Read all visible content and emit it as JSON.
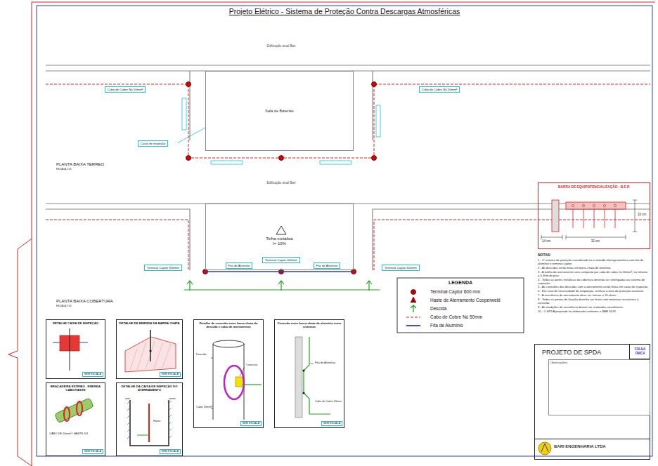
{
  "diagram": {
    "title": "Projeto Elétrico - Sistema de Proteção Contra Descargas Atmosféricas",
    "nodes": [
      {
        "text": [
          "Sala de Baterias"
        ]
      },
      {
        "text": [
          "Cabo de Cobre Nú 50mm²"
        ]
      },
      {
        "text": [
          "Cabo de Cobre Nú 50mm²"
        ]
      },
      {
        "text": [
          "Caixa de inspeção"
        ]
      },
      {
        "text": [
          "Telha metálica",
          "I= 10%"
        ]
      },
      {
        "text": [
          "Terminal Captor 600mm"
        ]
      },
      {
        "text": [
          "Fita de Alumínio"
        ],
        "in": 4
      },
      {
        "text": [
          "Terminal Captor 600mm"
        ],
        "in": 4
      },
      {
        "text": [
          "Fita de Alumínio"
        ],
        "in": 4
      },
      {
        "text": [
          "Terminal Captor 600mm"
        ]
      },
      {
        "text": [
          "BARRA DE EQUIPOTENCIALIZAÇÃO - B.E.P."
        ]
      },
      {
        "text": [
          "DETALHE CAIXA DE INSPEÇÃO",
          "SEM ESCALA"
        ]
      },
      {
        "text": [
          "DETALHE DE EMENDA DA BARRA CHATA",
          "SEM ESCALA"
        ]
      },
      {
        "text": [
          "Detalhe de conexão entre barra chata da descida e cabo de aterramento",
          "SEM ESCALA"
        ]
      },
      {
        "text": [
          "Conexão entre barra chata de alumínio entre sistemas",
          "SEM ESCALA"
        ]
      },
      {
        "text": [
          "BRAÇADEIRA ESTRIBO - EMENDA CABO/HASTE",
          "SEM ESCALA"
        ]
      },
      {
        "text": [
          "DETALHE DA CAIXA DE INSPEÇÃO DO ATERRAMENTO",
          "SEM ESCALA"
        ]
      },
      {
        "text": [
          "PROJETO DE SPDA"
        ]
      },
      {
        "text": [
          "FOLHA ÚNICA"
        ],
        "in": 17
      },
      {
        "text": [
          "Observações:"
        ],
        "in": 17
      },
      {
        "text": [
          "BARI ENGENHARIA LTDA"
        ],
        "in": 17
      }
    ],
    "labels": [
      "Edificação atual Bari",
      "PLANTA BAIXA TERREO",
      "ESCALA 1:50",
      "Edificação atual Bari",
      "PLANTA BAIXA COBERTURA",
      "ESCALA 1:50",
      "LEGENDA",
      "14 cm",
      "32 cm",
      "10 cm",
      "NOTAS:",
      "1 - O sistema de proteção considerado foi o método eletrogeométrico com fita de alumínio e terminal captor.",
      "2 - As descidas serão feitas em barra chata de alumínio.",
      "3 - A malha de aterramento será composta por cabo de cobre nú 50mm², no mínimo a 0,50m do piso.",
      "4 - Todas as partes metálicas da cobertura deverão ser interligadas ao sistema de captação.",
      "5 - As conexões das descidas com o aterramento serão feitas em caixa de inspeção.",
      "6 - Em caso de necessidade de ampliação, verificar a área de proteção existente.",
      "7 - A resistência de aterramento deve ser inferior a 10 ohms.",
      "8 - Todos os pontos de fixação deverão ser feitos com materiais resistentes à corrosão.",
      "9 - As medições de resistência devem ser realizadas anualmente.",
      "10 - O SPDA projetado foi elaborado conforme a NBR 5419.",
      "Descida",
      "Conector",
      "Cabo 50mm²",
      "Fita de Alumínio",
      "Cabo de Cobre 50mm²",
      "CABO DE 50mm² / HASTE 3/4",
      "Haste"
    ],
    "legend": [
      {
        "text": "Terminal Captor 600 mm"
      },
      {
        "text": "Haste de Aterramento Cooperweld"
      },
      {
        "text": "Descida"
      },
      {
        "text": "Cabo de Cobre Nú 50mm"
      },
      {
        "text": "Fita de Alumínio"
      }
    ]
  }
}
